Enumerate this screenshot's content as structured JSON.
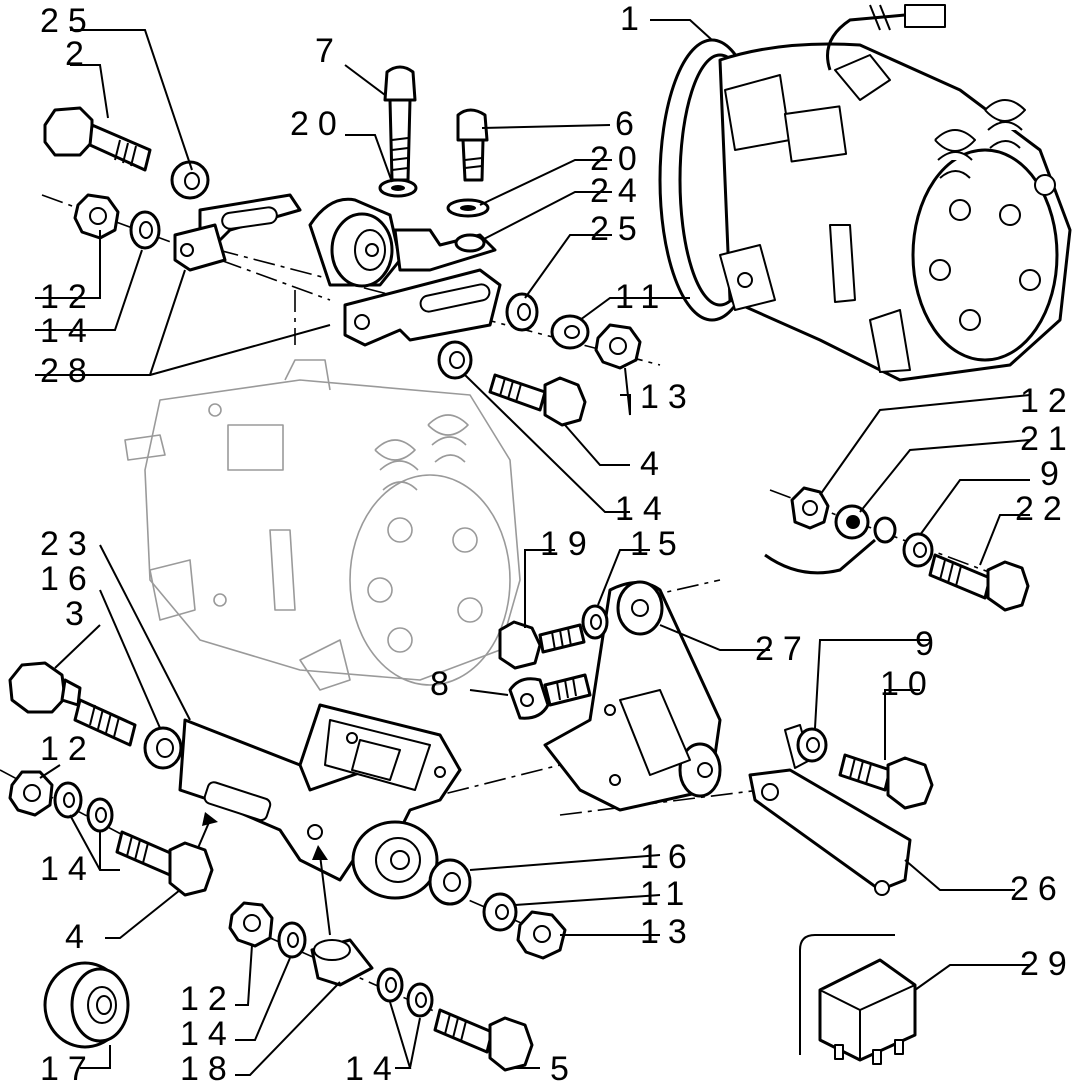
{
  "callouts": {
    "c1": "1",
    "c2": "2",
    "c3": "3",
    "c4a": "4",
    "c4b": "4",
    "c5": "5",
    "c6": "6",
    "c7": "7",
    "c8": "8",
    "c9a": "9",
    "c9b": "9",
    "c10": "10",
    "c11a": "11",
    "c11b": "11",
    "c12a": "12",
    "c12b": "12",
    "c12c": "12",
    "c12d": "12",
    "c13a": "13",
    "c13b": "13",
    "c14a": "14",
    "c14b": "14",
    "c14c": "14",
    "c14d": "14",
    "c14e": "14",
    "c15": "15",
    "c16a": "16",
    "c16b": "16",
    "c17": "17",
    "c18": "18",
    "c19": "19",
    "c20a": "20",
    "c20b": "20",
    "c21": "21",
    "c22": "22",
    "c23": "23",
    "c24": "24",
    "c25a": "25",
    "c25b": "25",
    "c26": "26",
    "c27": "27",
    "c28": "28",
    "c29": "29"
  }
}
